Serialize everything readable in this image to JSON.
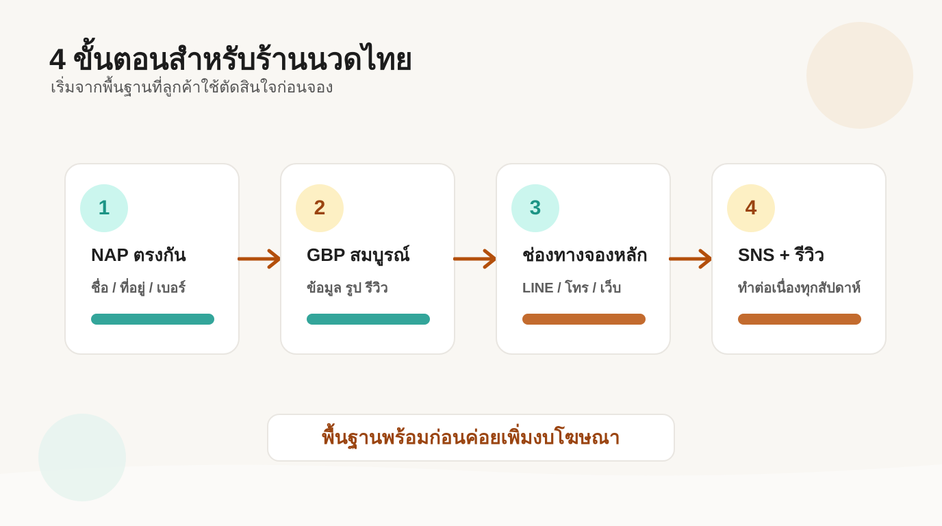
{
  "header": {
    "title": "4 ขั้นตอนสำหรับร้านนวดไทย",
    "subtitle": "เริ่มจากพื้นฐานที่ลูกค้าใช้ตัดสินใจก่อนจอง"
  },
  "steps": [
    {
      "number": "1",
      "title": "NAP ตรงกัน",
      "description": "ชื่อ / ที่อยู่ / เบอร์",
      "badge_color": "#cbf6ee",
      "bar_color": "#33a59a"
    },
    {
      "number": "2",
      "title": "GBP สมบูรณ์",
      "description": "ข้อมูล รูป รีวิว",
      "badge_color": "#fdf0c4",
      "bar_color": "#33a59a"
    },
    {
      "number": "3",
      "title": "ช่องทางจองหลัก",
      "description": "LINE / โทร / เว็บ",
      "badge_color": "#cbf6ee",
      "bar_color": "#c36b2e"
    },
    {
      "number": "4",
      "title": "SNS + รีวิว",
      "description": "ทำต่อเนื่องทุกสัปดาห์",
      "badge_color": "#fdf0c4",
      "bar_color": "#c36b2e"
    }
  ],
  "footer": {
    "text": "พื้นฐานพร้อมก่อนค่อยเพิ่มงบโฆษณา"
  },
  "colors": {
    "background": "#f9f7f3",
    "arrow": "#b34f0b",
    "accent_teal": "#33a59a",
    "accent_orange": "#c36b2e",
    "accent_brown": "#9a4410"
  }
}
